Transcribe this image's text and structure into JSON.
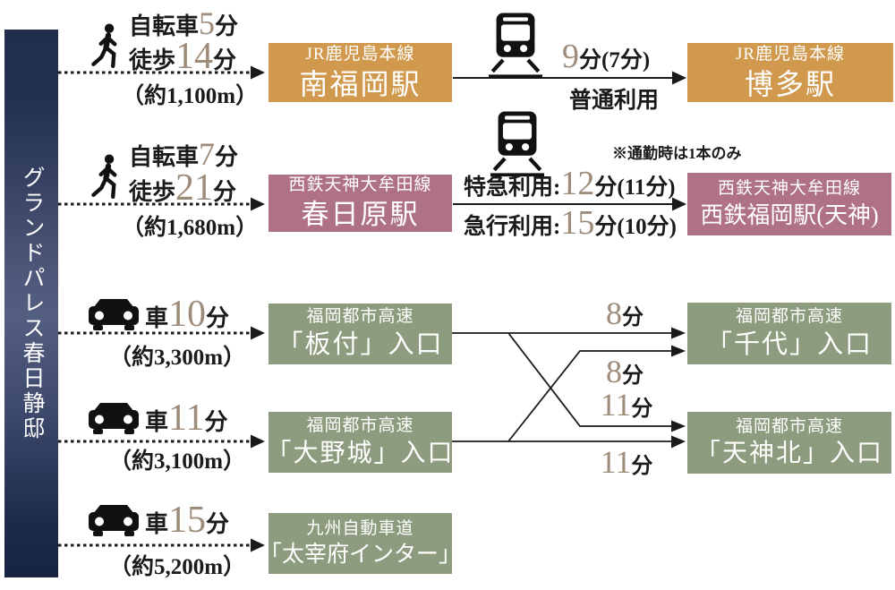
{
  "property_name": "グランドパレス春日静邸",
  "colors": {
    "jr_box": "#d0994e",
    "nishitetsu_box": "#af7284",
    "highway_box": "#8d9c7e",
    "banner_navy": "#212e4d",
    "number_accent": "#9e8c7b"
  },
  "jr": {
    "bike_label": "自転車",
    "bike_min": "5",
    "walk_label": "徒歩",
    "walk_min": "14",
    "min_unit": "分",
    "distance": "（約1,100m）",
    "from_line": "JR鹿児島本線",
    "from_station": "南福岡駅",
    "ride_min": "9",
    "ride_after": "分(7分)",
    "ride_mode": "普通利用",
    "to_line": "JR鹿児島本線",
    "to_station": "博多駅"
  },
  "nishitetsu": {
    "bike_label": "自転車",
    "bike_min": "7",
    "walk_label": "徒歩",
    "walk_min": "21",
    "min_unit": "分",
    "distance": "（約1,680m）",
    "from_line": "西鉄天神大牟田線",
    "from_station": "春日原駅",
    "note": "※通勤時は1本のみ",
    "express_label": "特急利用:",
    "express_min": "12",
    "express_after": "分(11分)",
    "rapid_label": "急行利用:",
    "rapid_min": "15",
    "rapid_after": "分(10分)",
    "to_line": "西鉄天神大牟田線",
    "to_station": "西鉄福岡駅(天神)"
  },
  "car_routes": [
    {
      "car_label": "車",
      "min": "10",
      "min_unit": "分",
      "distance": "（約3,300m）",
      "road": "福岡都市高速",
      "name": "「板付」入口"
    },
    {
      "car_label": "車",
      "min": "11",
      "min_unit": "分",
      "distance": "（約3,100m）",
      "road": "福岡都市高速",
      "name": "「大野城」入口"
    },
    {
      "car_label": "車",
      "min": "15",
      "min_unit": "分",
      "distance": "（約5,200m）",
      "road": "九州自動車道",
      "name": "「太宰府インター」"
    }
  ],
  "highway_destinations": [
    {
      "road": "福岡都市高速",
      "name": "「千代」入口"
    },
    {
      "road": "福岡都市高速",
      "name": "「天神北」入口"
    }
  ],
  "highway_times": [
    {
      "num": "8",
      "unit": "分"
    },
    {
      "num": "8",
      "unit": "分"
    },
    {
      "num": "11",
      "unit": "分"
    },
    {
      "num": "11",
      "unit": "分"
    }
  ]
}
